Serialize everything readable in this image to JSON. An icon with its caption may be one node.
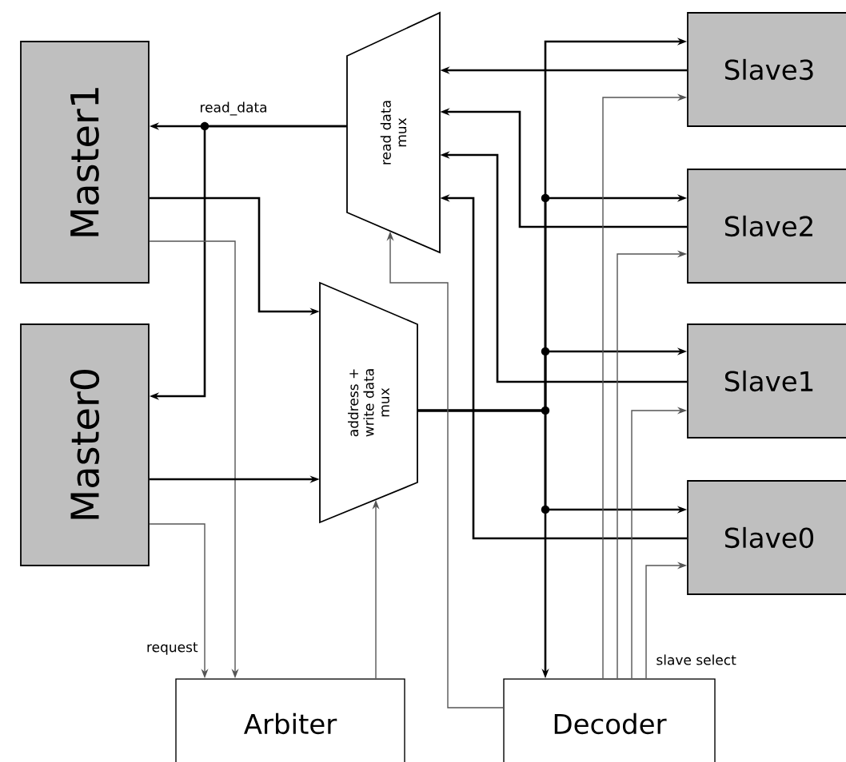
{
  "diagram": {
    "nodes": [
      {
        "text": [
          "Master1"
        ]
      },
      {
        "text": [
          "Master0"
        ]
      },
      {
        "text": [
          "read data mux"
        ]
      },
      {
        "text": [
          "address + write data mux"
        ]
      },
      {
        "text": [
          "Slave3"
        ]
      },
      {
        "text": [
          "Slave2"
        ]
      },
      {
        "text": [
          "Slave1"
        ]
      },
      {
        "text": [
          "Slave0"
        ]
      },
      {
        "text": [
          "Arbiter"
        ]
      },
      {
        "text": [
          "Decoder"
        ]
      }
    ],
    "edges": [
      {
        "from": 2,
        "to": 0,
        "arrow": "to",
        "label": "read_data"
      },
      {
        "from": 2,
        "to": 1,
        "arrow": "to"
      },
      {
        "from": 0,
        "to": 3,
        "arrow": "to"
      },
      {
        "from": 0,
        "to": 8,
        "arrow": "to",
        "color": "#555555"
      },
      {
        "from": 1,
        "to": 3,
        "arrow": "to"
      },
      {
        "from": 1,
        "to": 8,
        "arrow": "to",
        "label": "request",
        "color": "#555555"
      },
      {
        "from": 8,
        "to": 3,
        "arrow": "to",
        "color": "#555555"
      },
      {
        "from": 3,
        "to": 4,
        "arrow": "to"
      },
      {
        "from": 3,
        "to": 5,
        "arrow": "to"
      },
      {
        "from": 3,
        "to": 6,
        "arrow": "to"
      },
      {
        "from": 3,
        "to": 7,
        "arrow": "to"
      },
      {
        "from": 3,
        "to": 9,
        "arrow": "to"
      },
      {
        "from": 4,
        "to": 2,
        "arrow": "to"
      },
      {
        "from": 5,
        "to": 2,
        "arrow": "to"
      },
      {
        "from": 6,
        "to": 2,
        "arrow": "to"
      },
      {
        "from": 7,
        "to": 2,
        "arrow": "to"
      },
      {
        "from": 9,
        "to": 2,
        "arrow": "to",
        "color": "#555555"
      },
      {
        "from": 9,
        "to": 4,
        "arrow": "to",
        "color": "#555555"
      },
      {
        "from": 9,
        "to": 5,
        "arrow": "to",
        "color": "#555555"
      },
      {
        "from": 9,
        "to": 6,
        "arrow": "to",
        "color": "#555555"
      },
      {
        "from": 9,
        "to": 7,
        "arrow": "to",
        "label": "slave select",
        "color": "#555555"
      }
    ]
  }
}
